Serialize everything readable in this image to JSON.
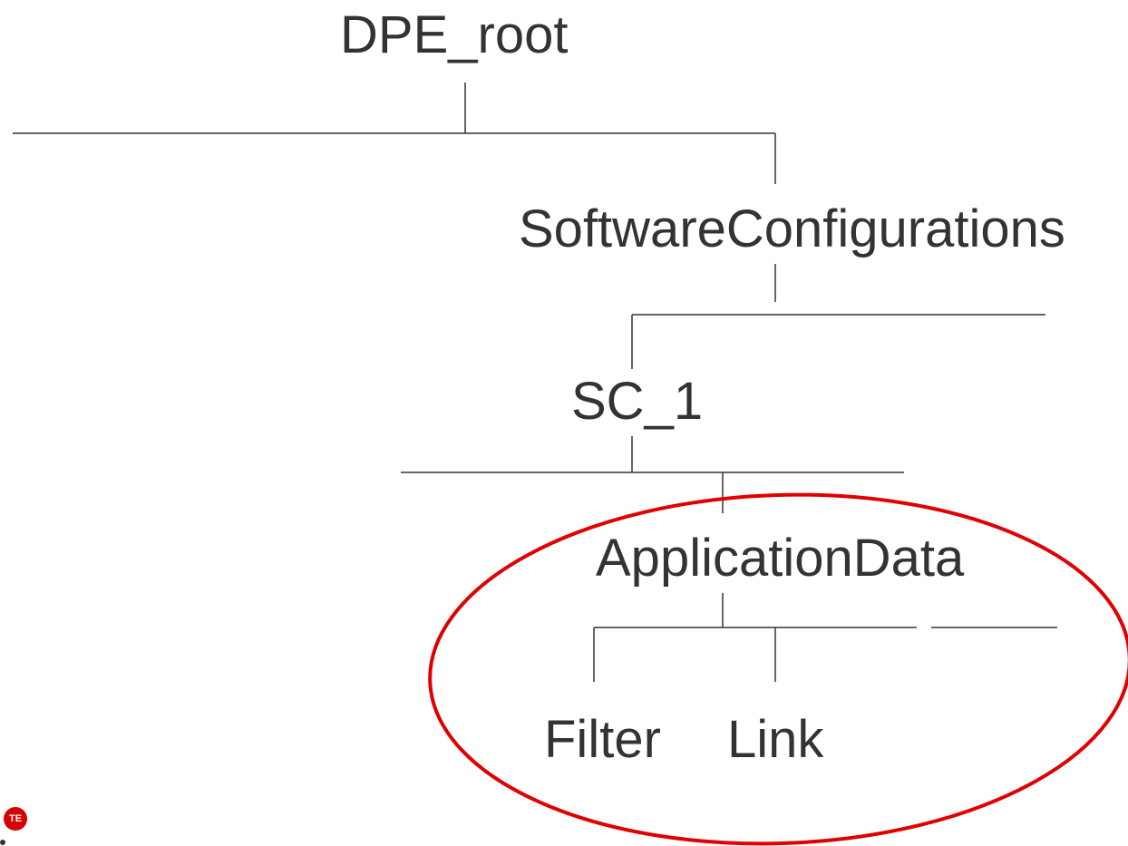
{
  "nodes": {
    "root": "DPE_root",
    "software_configurations": "SoftwareConfigurations",
    "sc_1": "SC_1",
    "application_data": "ApplicationData",
    "filter": "Filter",
    "link": "Link"
  },
  "logo": {
    "text": "TE"
  },
  "colors": {
    "line": "#333333",
    "text": "#333333",
    "highlight": "#e00000",
    "logo": "#d80000"
  }
}
